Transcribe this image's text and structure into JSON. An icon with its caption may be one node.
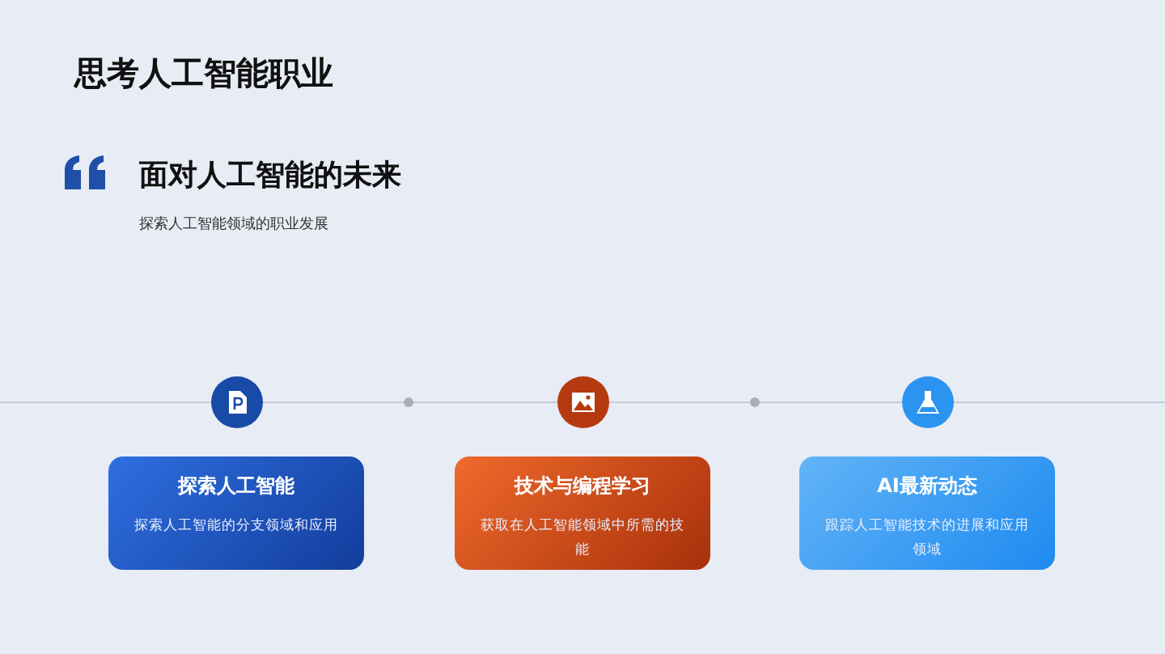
{
  "diagram": {
    "title": "思考人工智能职业",
    "nodes": [
      {
        "text": [
          "探索人工智能",
          "探索人工智能的分支领域和应用"
        ]
      },
      {
        "text": [
          "技术与编程学习",
          "获取在人工智能领域中所需的技能"
        ]
      },
      {
        "text": [
          "AI最新动态",
          "跟踪人工智能技术的进展和应用领域"
        ]
      }
    ],
    "labels": [
      "面对人工智能的未来",
      "探索人工智能领域的职业发展"
    ]
  }
}
